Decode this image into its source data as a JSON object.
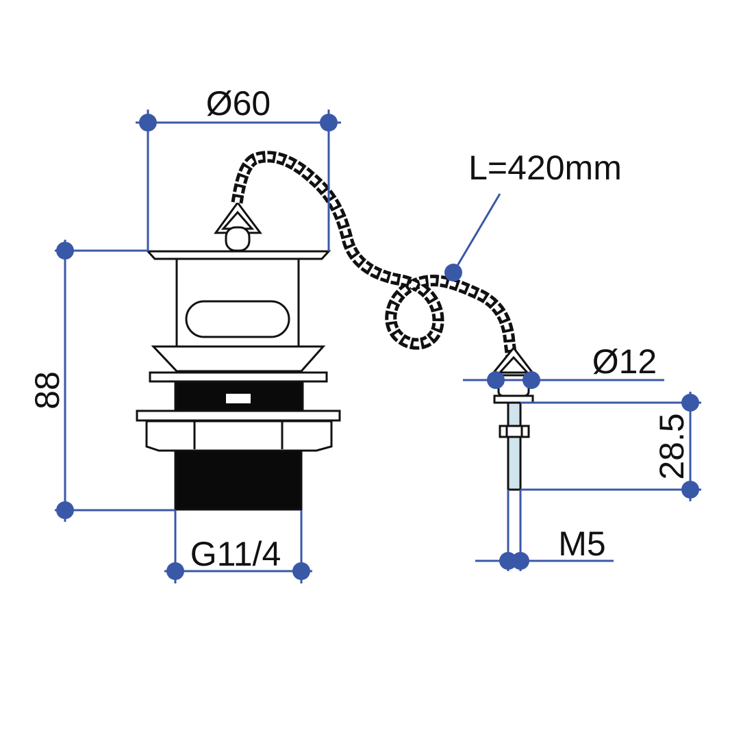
{
  "colors": {
    "dimension": "#3a58a8",
    "outline": "#111111",
    "thread_fill": "#0a0a0a",
    "background": "#ffffff"
  },
  "labels": {
    "dia_60": "Ø60",
    "chain_length": "L=420mm",
    "height_88": "88",
    "dia_12": "Ø12",
    "length_28_5": "28.5",
    "thread_g": "G11/4",
    "thread_m": "M5"
  }
}
